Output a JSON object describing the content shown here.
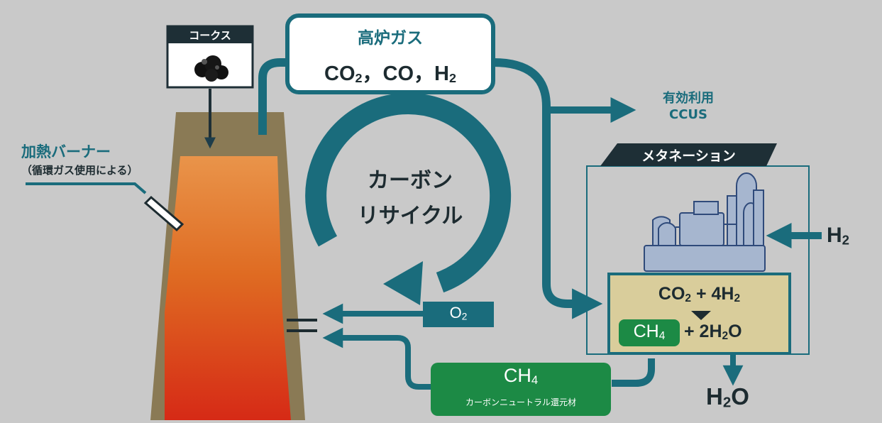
{
  "colors": {
    "background": "#c9c9c9",
    "teal": "#1a6c7c",
    "navy": "#1e3d4a",
    "green": "#1c8a45",
    "furnace_shell": "#8a7a55",
    "furnace_hot_top": "#e9944a",
    "furnace_hot_bottom": "#d62a16",
    "reactor_box": "#d9cd9b"
  },
  "coke": {
    "label": "コークス",
    "icon": "coke-lumps-icon"
  },
  "blast_gas": {
    "title": "高炉ガス",
    "formula": {
      "co2": "CO",
      "co2_sub": "2",
      "sep1": "，",
      "co": "CO",
      "sep2": "，",
      "h2": "H",
      "h2_sub": "2"
    }
  },
  "effective_use": {
    "line1": "有効利用",
    "line2": "CCUS"
  },
  "burner": {
    "label": "加熱バーナー",
    "note": "（循環ガス使用による）"
  },
  "recycle": {
    "line1": "カーボン",
    "line2": "リサイクル"
  },
  "methanation": {
    "title": "メタネーション",
    "plant_icon": "chemical-plant-icon",
    "h2_input": {
      "main": "H",
      "sub": "2"
    },
    "reaction_top": {
      "a": "CO",
      "a_sub": "2",
      "b": " + 4H",
      "b_sub": "2"
    },
    "reaction_bottom": {
      "ch4": "CH",
      "ch4_sub": "4",
      "rest1": "+ 2H",
      "rest_sub": "2",
      "rest2": "O"
    }
  },
  "oxygen": {
    "main": "O",
    "sub": "2"
  },
  "ch4_return": {
    "main": "CH",
    "sub": "4",
    "note": "カーボンニュートラル還元材"
  },
  "water_out": {
    "main": "H",
    "sub": "2",
    "tail": "O"
  }
}
